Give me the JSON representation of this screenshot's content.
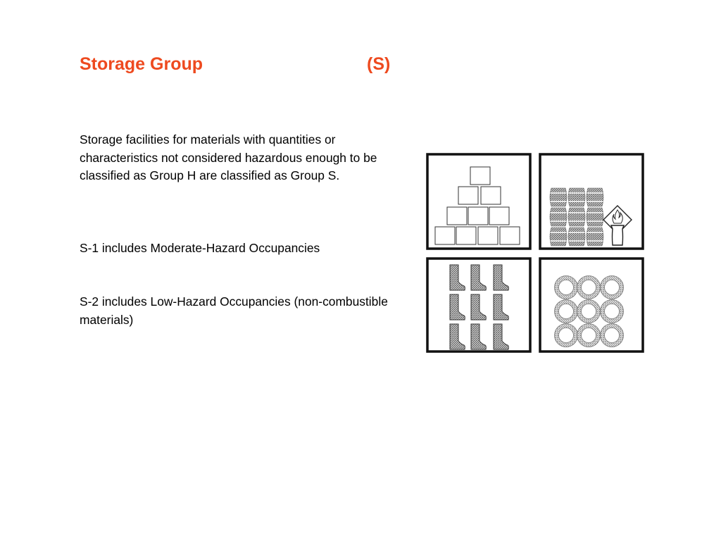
{
  "slide": {
    "title": "Storage Group",
    "title_code": "(S)",
    "title_color": "#ee4a1f",
    "paragraphs": [
      "Storage facilities for materials with quantities or characteristics not considered hazardous enough to be classified as Group H are classified as Group S.",
      "S-1 includes Moderate-Hazard Occupancies",
      "S-2 includes Low-Hazard Occupancies (non-combustible materials)"
    ]
  },
  "illustration": {
    "panels": [
      {
        "name": "stacked-boxes",
        "icon": "box-pyramid-icon"
      },
      {
        "name": "barrels-and-hazard-container",
        "icon": "barrel-icon"
      },
      {
        "name": "stored-boots",
        "icon": "boot-icon"
      },
      {
        "name": "stored-rings",
        "icon": "ring-icon"
      }
    ]
  }
}
